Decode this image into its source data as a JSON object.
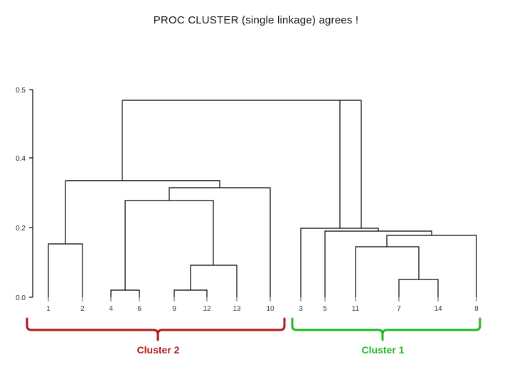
{
  "title": "PROC CLUSTER (single linkage) agrees !",
  "annotations": {
    "cluster2_label": "Cluster 2",
    "cluster1_label": "Cluster 1",
    "cluster2_color": "#b01a1a",
    "cluster1_color": "#1fb81f"
  },
  "chart_data": {
    "type": "dendrogram",
    "title": "PROC CLUSTER (single linkage) agrees !",
    "xlabel": "",
    "ylabel": "",
    "ylim": [
      0.0,
      0.53
    ],
    "grid": false,
    "legend": "none",
    "axis_color": "#000000",
    "link_color": "#000000",
    "ytick_values": [
      0.0,
      0.2,
      0.4,
      0.5
    ],
    "ytick_labels": [
      "0.0",
      "0.2",
      "0.4",
      "0.5"
    ],
    "leaf_labels": [
      "1",
      "2",
      "4",
      "6",
      "9",
      "12",
      "13",
      "10",
      "3",
      "5",
      "11",
      "7",
      "14",
      "8"
    ],
    "leaf_order": [
      1,
      2,
      4,
      6,
      9,
      12,
      13,
      10,
      3,
      5,
      11,
      7,
      14,
      8
    ],
    "n_leaves": 14,
    "merges": [
      {
        "id": "m1",
        "left": "1",
        "right": "2",
        "height": 0.155
      },
      {
        "id": "m2",
        "left": "4",
        "right": "6",
        "height": 0.018
      },
      {
        "id": "m3",
        "left": "9",
        "right": "12",
        "height": 0.018
      },
      {
        "id": "m4",
        "left": "m3",
        "right": "13",
        "height": 0.108
      },
      {
        "id": "m5",
        "left": "m2",
        "right": "m4",
        "height": 0.235
      },
      {
        "id": "m6",
        "left": "m5",
        "right": "10",
        "height": 0.243
      },
      {
        "id": "m7",
        "left": "m1",
        "right": "m6",
        "height": 0.338
      },
      {
        "id": "m8",
        "left": "7",
        "right": "14",
        "height": 0.053
      },
      {
        "id": "m9",
        "left": "11",
        "right": "m8",
        "height": 0.148
      },
      {
        "id": "m10",
        "left": "m9",
        "right": "8",
        "height": 0.178
      },
      {
        "id": "m11",
        "left": "5",
        "right": "m10",
        "height": 0.188
      },
      {
        "id": "m12",
        "left": "3",
        "right": "m11",
        "height": 0.192
      },
      {
        "id": "m13",
        "left": "m7",
        "right": "m12",
        "height": 0.508
      }
    ],
    "clusters": [
      {
        "name": "Cluster 2",
        "members": [
          "1",
          "2",
          "4",
          "6",
          "9",
          "12",
          "13",
          "10"
        ],
        "color": "#b01a1a"
      },
      {
        "name": "Cluster 1",
        "members": [
          "3",
          "5",
          "11",
          "7",
          "14",
          "8"
        ],
        "color": "#1fb81f"
      }
    ]
  }
}
